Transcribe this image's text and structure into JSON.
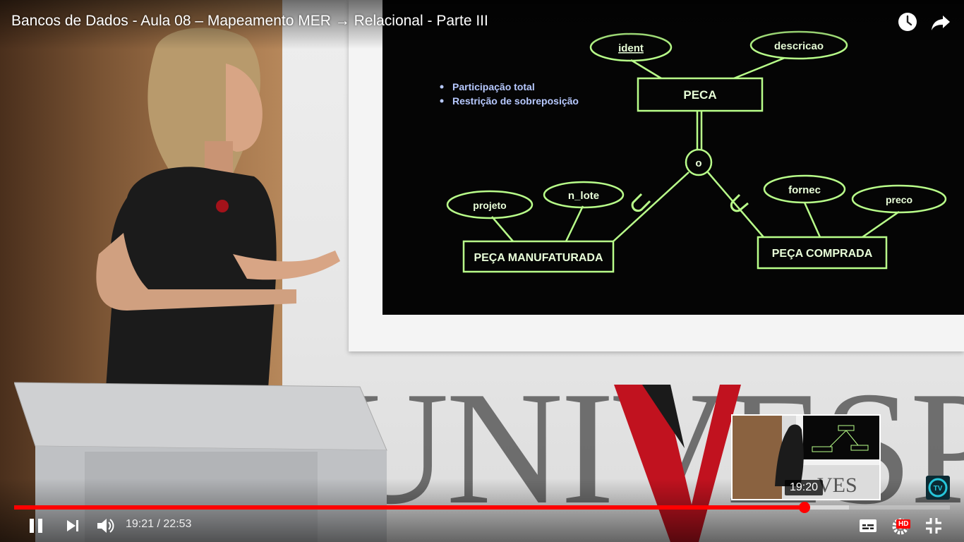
{
  "player": {
    "title": "Bancos de Dados - Aula 08 – Mapeamento MER → Relacional - Parte III",
    "current_time": "19:21",
    "separator": " / ",
    "duration": "22:53",
    "progress_fraction": 0.845,
    "buffered_fraction": 0.892,
    "preview_time": "19:20",
    "hd_label": "HD",
    "accent_color": "#ff0000"
  },
  "slide": {
    "bullets": [
      "Participação total",
      "Restrição de sobreposição"
    ],
    "entities": {
      "parent": "PECA",
      "left": "PEÇA MANUFATURADA",
      "right": "PEÇA COMPRADA"
    },
    "attributes": {
      "ident": "ident",
      "descricao": "descricao",
      "projeto": "projeto",
      "n_lote": "n_lote",
      "fornec": "fornec",
      "preco": "preco"
    },
    "specialization_symbol": "o",
    "diagram_color": "#b9ff8a",
    "bullet_color": "#9fb8ff"
  },
  "backdrop": {
    "wall_text": "UNIVESP"
  },
  "icons": {
    "watch_later": "clock-icon",
    "share": "share-icon",
    "play_pause": "pause-icon",
    "next": "next-icon",
    "volume": "volume-icon",
    "subtitles": "subtitles-icon",
    "settings": "gear-icon",
    "fullscreen_exit": "exit-fullscreen-icon"
  }
}
